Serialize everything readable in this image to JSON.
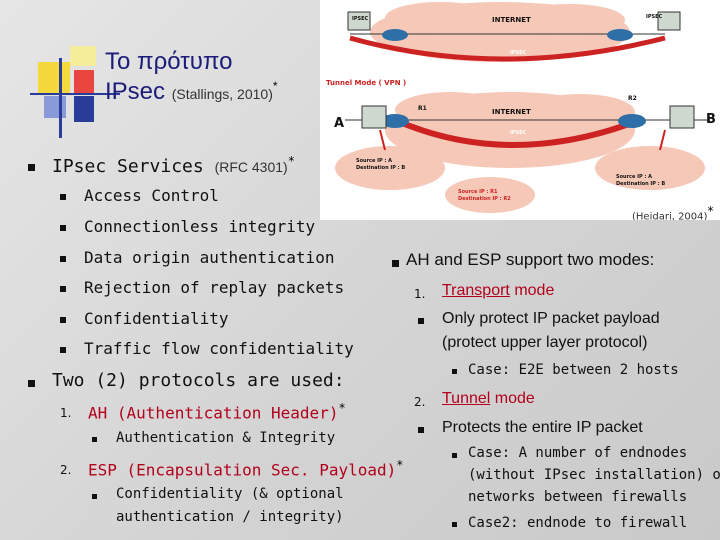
{
  "slide": {
    "title_line1": "Το πρότυπο",
    "title_line2": "IPsec",
    "title_cite": "(Stallings, 2010)",
    "star": "*",
    "diagram_cite": "(Heidari, 2004)",
    "diagram": {
      "internet_top": "INTERNET",
      "ipsec_left": "IPSEC",
      "ipsec_right": "IPSEC",
      "ipsec_mid": "IPSEC",
      "tunnel_label": "Tunnel Mode ( VPN )",
      "r1": "R1",
      "r2": "R2",
      "internet_bottom": "INTERNET",
      "ipsec_bottom": "IPSEC",
      "a": "A",
      "b": "B",
      "src_a": "Source IP : A",
      "dst_a": "Destination IP : B",
      "src_r1": "Source IP : R1",
      "dst_r2": "Destination IP : R2",
      "src_b": "Source IP : A",
      "dst_b": "Destination IP : B"
    },
    "left": {
      "services_heading": "IPsec Services",
      "services_cite": "(RFC 4301)",
      "services": [
        "Access Control",
        "Connectionless integrity",
        "Data origin authentication",
        "Rejection of replay packets",
        "Confidentiality",
        "Traffic flow confidentiality"
      ],
      "protocols_heading": "Two (2) protocols are used:",
      "p1_num": "1.",
      "p1": "AH (Authentication Header)",
      "p1_sub": "Authentication & Integrity",
      "p2_num": "2.",
      "p2": "ESP (Encapsulation Sec. Payload)",
      "p2_sub_line1": "Confidentiality (& optional",
      "p2_sub_line2": "authentication / integrity)"
    },
    "right": {
      "heading": "AH and ESP support two modes:",
      "m1_num": "1.",
      "m1_word": "Transport",
      "m1_rest": " mode",
      "m1_bullet_line1": "Only protect IP packet payload",
      "m1_bullet_line2": "(protect upper layer protocol)",
      "m1_case": "Case: E2E between 2 hosts",
      "m2_num": "2.",
      "m2_word": "Tunnel",
      "m2_rest": " mode",
      "m2_bullet": "Protects the entire IP packet",
      "m2_case_line1": "Case: A number of endnodes",
      "m2_case_line2": "(without IPsec installation) on",
      "m2_case_line3": "networks between firewalls",
      "m2_case2": "Case2: endnode to firewall"
    },
    "colors": {
      "title": "#1c1c7a",
      "accent_red": "#b3001b",
      "logo_yellow": "#f2d13a",
      "logo_red": "#e03a3a",
      "logo_blue": "#2a3c9a"
    }
  }
}
